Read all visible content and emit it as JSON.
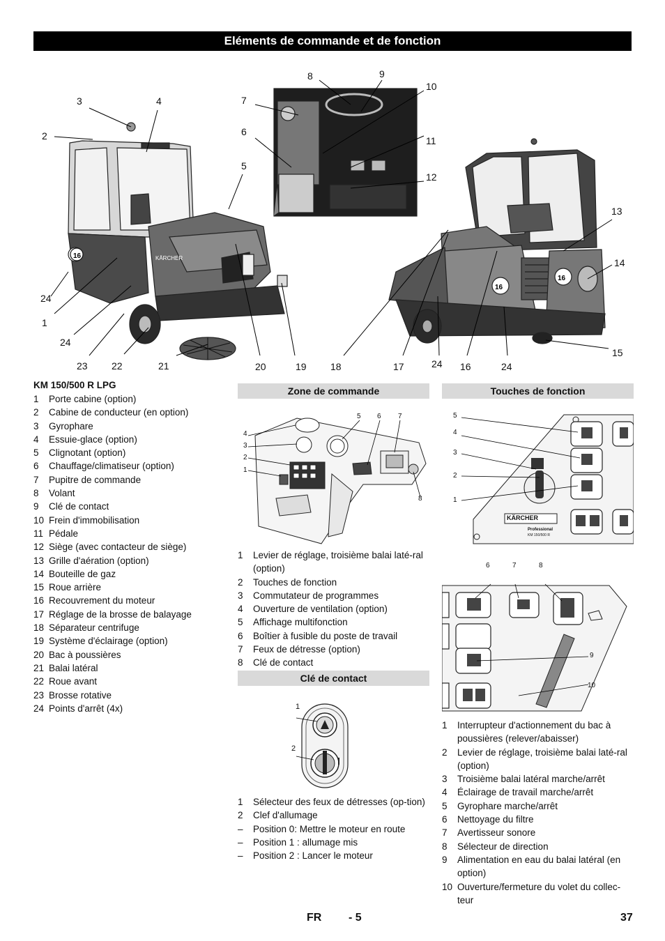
{
  "title": "Eléments de commande et de fonction",
  "figure_main": {
    "callouts": [
      "2",
      "3",
      "4",
      "24",
      "1",
      "24",
      "23",
      "22",
      "21",
      "20",
      "19",
      "18",
      "17",
      "24",
      "16",
      "24",
      "15",
      "14",
      "13",
      "12",
      "11",
      "10",
      "9",
      "8",
      "7",
      "6",
      "5"
    ],
    "badge": "16",
    "brand": "KÄRCHER"
  },
  "main_list": {
    "heading": "KM 150/500 R LPG",
    "items": [
      {
        "n": "1",
        "t": "Porte cabine (option)"
      },
      {
        "n": "2",
        "t": "Cabine de conducteur (en option)"
      },
      {
        "n": "3",
        "t": "Gyrophare"
      },
      {
        "n": "4",
        "t": "Essuie-glace (option)"
      },
      {
        "n": "5",
        "t": "Clignotant (option)"
      },
      {
        "n": "6",
        "t": "Chauffage/climatiseur (option)"
      },
      {
        "n": "7",
        "t": "Pupitre de commande"
      },
      {
        "n": "8",
        "t": "Volant"
      },
      {
        "n": "9",
        "t": "Clé de contact"
      },
      {
        "n": "10",
        "t": "Frein d'immobilisation"
      },
      {
        "n": "11",
        "t": "Pédale"
      },
      {
        "n": "12",
        "t": "Siège (avec contacteur de siège)"
      },
      {
        "n": "13",
        "t": "Grille d'aération (option)"
      },
      {
        "n": "14",
        "t": "Bouteille de gaz"
      },
      {
        "n": "15",
        "t": "Roue arrière"
      },
      {
        "n": "16",
        "t": "Recouvrement du moteur"
      },
      {
        "n": "17",
        "t": "Réglage de la brosse de balayage"
      },
      {
        "n": "18",
        "t": "Séparateur centrifuge"
      },
      {
        "n": "19",
        "t": "Système d'éclairage (option)"
      },
      {
        "n": "20",
        "t": "Bac à poussières"
      },
      {
        "n": "21",
        "t": "Balai latéral"
      },
      {
        "n": "22",
        "t": "Roue avant"
      },
      {
        "n": "23",
        "t": "Brosse rotative"
      },
      {
        "n": "24",
        "t": "Points d'arrêt (4x)"
      }
    ]
  },
  "zone": {
    "heading": "Zone de commande",
    "callouts": [
      "4",
      "3",
      "2",
      "1",
      "5",
      "6",
      "7",
      "8"
    ],
    "items": [
      {
        "n": "1",
        "t": "Levier de réglage, troisième balai laté-ral (option)"
      },
      {
        "n": "2",
        "t": "Touches de fonction"
      },
      {
        "n": "3",
        "t": "Commutateur de programmes"
      },
      {
        "n": "4",
        "t": "Ouverture de ventilation (option)"
      },
      {
        "n": "5",
        "t": "Affichage multifonction"
      },
      {
        "n": "6",
        "t": "Boîtier à fusible du poste de travail"
      },
      {
        "n": "7",
        "t": "Feux de détresse (option)"
      },
      {
        "n": "8",
        "t": "Clé de contact"
      }
    ]
  },
  "cle": {
    "heading": "Clé de contact",
    "callouts": [
      "1",
      "2"
    ],
    "items": [
      {
        "n": "1",
        "t": "Sélecteur des feux de détresses (op-tion)"
      },
      {
        "n": "2",
        "t": "Clef d'allumage"
      },
      {
        "n": "–",
        "t": "Position 0:  Mettre le moteur en route"
      },
      {
        "n": "–",
        "t": "Position 1 :  allumage mis"
      },
      {
        "n": "–",
        "t": "Position 2 : Lancer le moteur"
      }
    ]
  },
  "touches": {
    "heading": "Touches de fonction",
    "callouts_top": [
      "5",
      "4",
      "3",
      "2",
      "1"
    ],
    "callouts_bottom": [
      "6",
      "7",
      "8",
      "9",
      "10"
    ],
    "panel_brand": "KÄRCHER",
    "panel_sub1": "Professional",
    "panel_sub2": "KM 150/500 R",
    "items": [
      {
        "n": "1",
        "t": "Interrupteur d'actionnement du bac à poussières (relever/abaisser)"
      },
      {
        "n": "2",
        "t": "Levier de réglage, troisième balai laté-ral (option)"
      },
      {
        "n": "3",
        "t": "Troisième balai latéral marche/arrêt"
      },
      {
        "n": "4",
        "t": "Éclairage de travail marche/arrêt"
      },
      {
        "n": "5",
        "t": "Gyrophare marche/arrêt"
      },
      {
        "n": "6",
        "t": "Nettoyage du filtre"
      },
      {
        "n": "7",
        "t": "Avertisseur sonore"
      },
      {
        "n": "8",
        "t": "Sélecteur de direction"
      },
      {
        "n": "9",
        "t": "Alimentation en eau du balai latéral (en option)"
      },
      {
        "n": "10",
        "t": "Ouverture/fermeture du volet du collec-teur"
      }
    ]
  },
  "footer": {
    "lang": "FR",
    "page_sub": "- 5",
    "page": "37"
  }
}
